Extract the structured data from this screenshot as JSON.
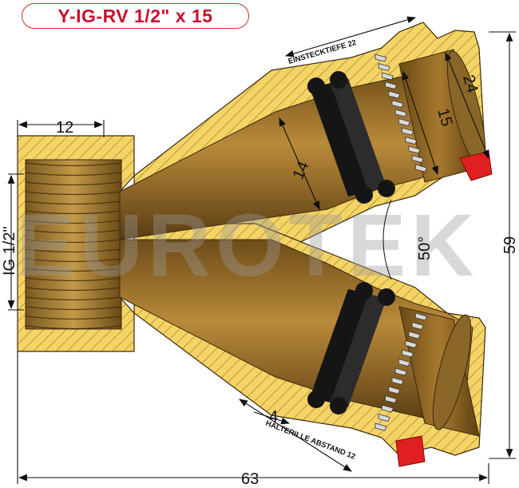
{
  "title": "Y-IG-RV 1/2\" x 15",
  "watermark": "EUROTEK",
  "dimensions": {
    "thread_length": "12",
    "thread_size": "IG 1/2\"",
    "insertion_depth_label": "EINSTECKTIEFE 22",
    "outer_diameter": "24",
    "pipe_diameter": "15",
    "bore_diameter": "14",
    "branch_angle": "50°",
    "height": "59",
    "groove_distance": "4",
    "groove_distance_label": "HALTERILLE ABSTAND 12",
    "total_length": "63"
  },
  "colors": {
    "brass": "#8a6628",
    "brass_light": "#d4a64a",
    "section": "#f4d466",
    "oring": "#151515",
    "clip_red": "#e02020",
    "title_red": "#c8102e"
  }
}
